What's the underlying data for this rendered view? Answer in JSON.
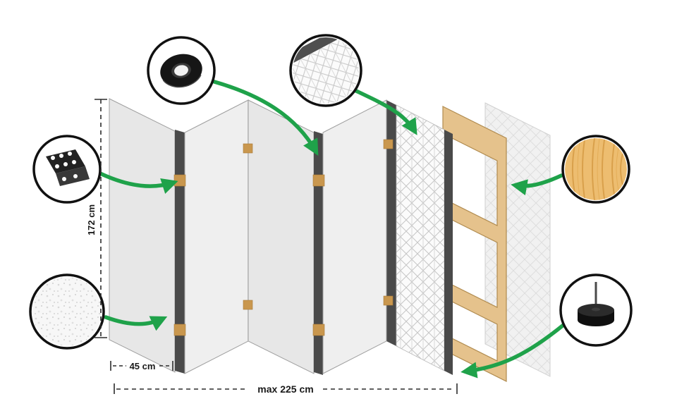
{
  "diagram": {
    "subject": "folding-room-divider-construction",
    "dimensions": {
      "height": "172 cm",
      "panel_width": "45 cm",
      "max_width": "max 225 cm"
    },
    "callouts": [
      {
        "icon": "adhesive-tape-icon",
        "points_to": "center-panel-joint"
      },
      {
        "icon": "hinge-bracket-icon",
        "points_to": "panel-fold-hinge"
      },
      {
        "icon": "fleece-texture-icon",
        "points_to": "panel-surface"
      },
      {
        "icon": "geometric-pattern-icon",
        "points_to": "decor-panel"
      },
      {
        "icon": "wood-texture-icon",
        "points_to": "wooden-frame"
      },
      {
        "icon": "foot-pad-icon",
        "points_to": "divider-base"
      }
    ],
    "colors": {
      "accent_green": "#1fa24a",
      "panel_light": "#eaeaea",
      "panel_edge_dark": "#4a4a4a",
      "wood": "#e5c28c",
      "hinge_tan": "#c9974e"
    }
  }
}
